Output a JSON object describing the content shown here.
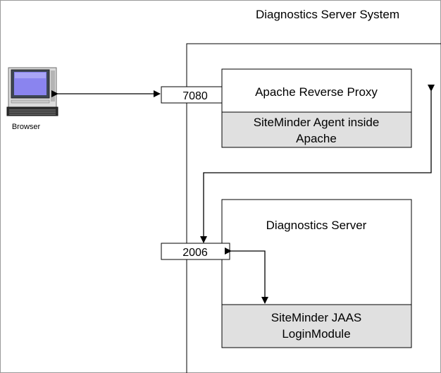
{
  "system": {
    "title": "Diagnostics Server System"
  },
  "browser": {
    "label": "Browser",
    "icon": "computer-icon"
  },
  "ports": {
    "proxy_port": "7080",
    "server_port": "2006"
  },
  "apache": {
    "title": "Apache Reverse Proxy",
    "agent_line1": "SiteMinder Agent inside",
    "agent_line2": "Apache"
  },
  "diag_server": {
    "title": "Diagnostics Server",
    "jaas_line1": "SiteMinder JAAS",
    "jaas_line2": "LoginModule"
  },
  "colors": {
    "line": "#000000",
    "shaded_box": "#e0e0e0",
    "border": "#999999"
  }
}
